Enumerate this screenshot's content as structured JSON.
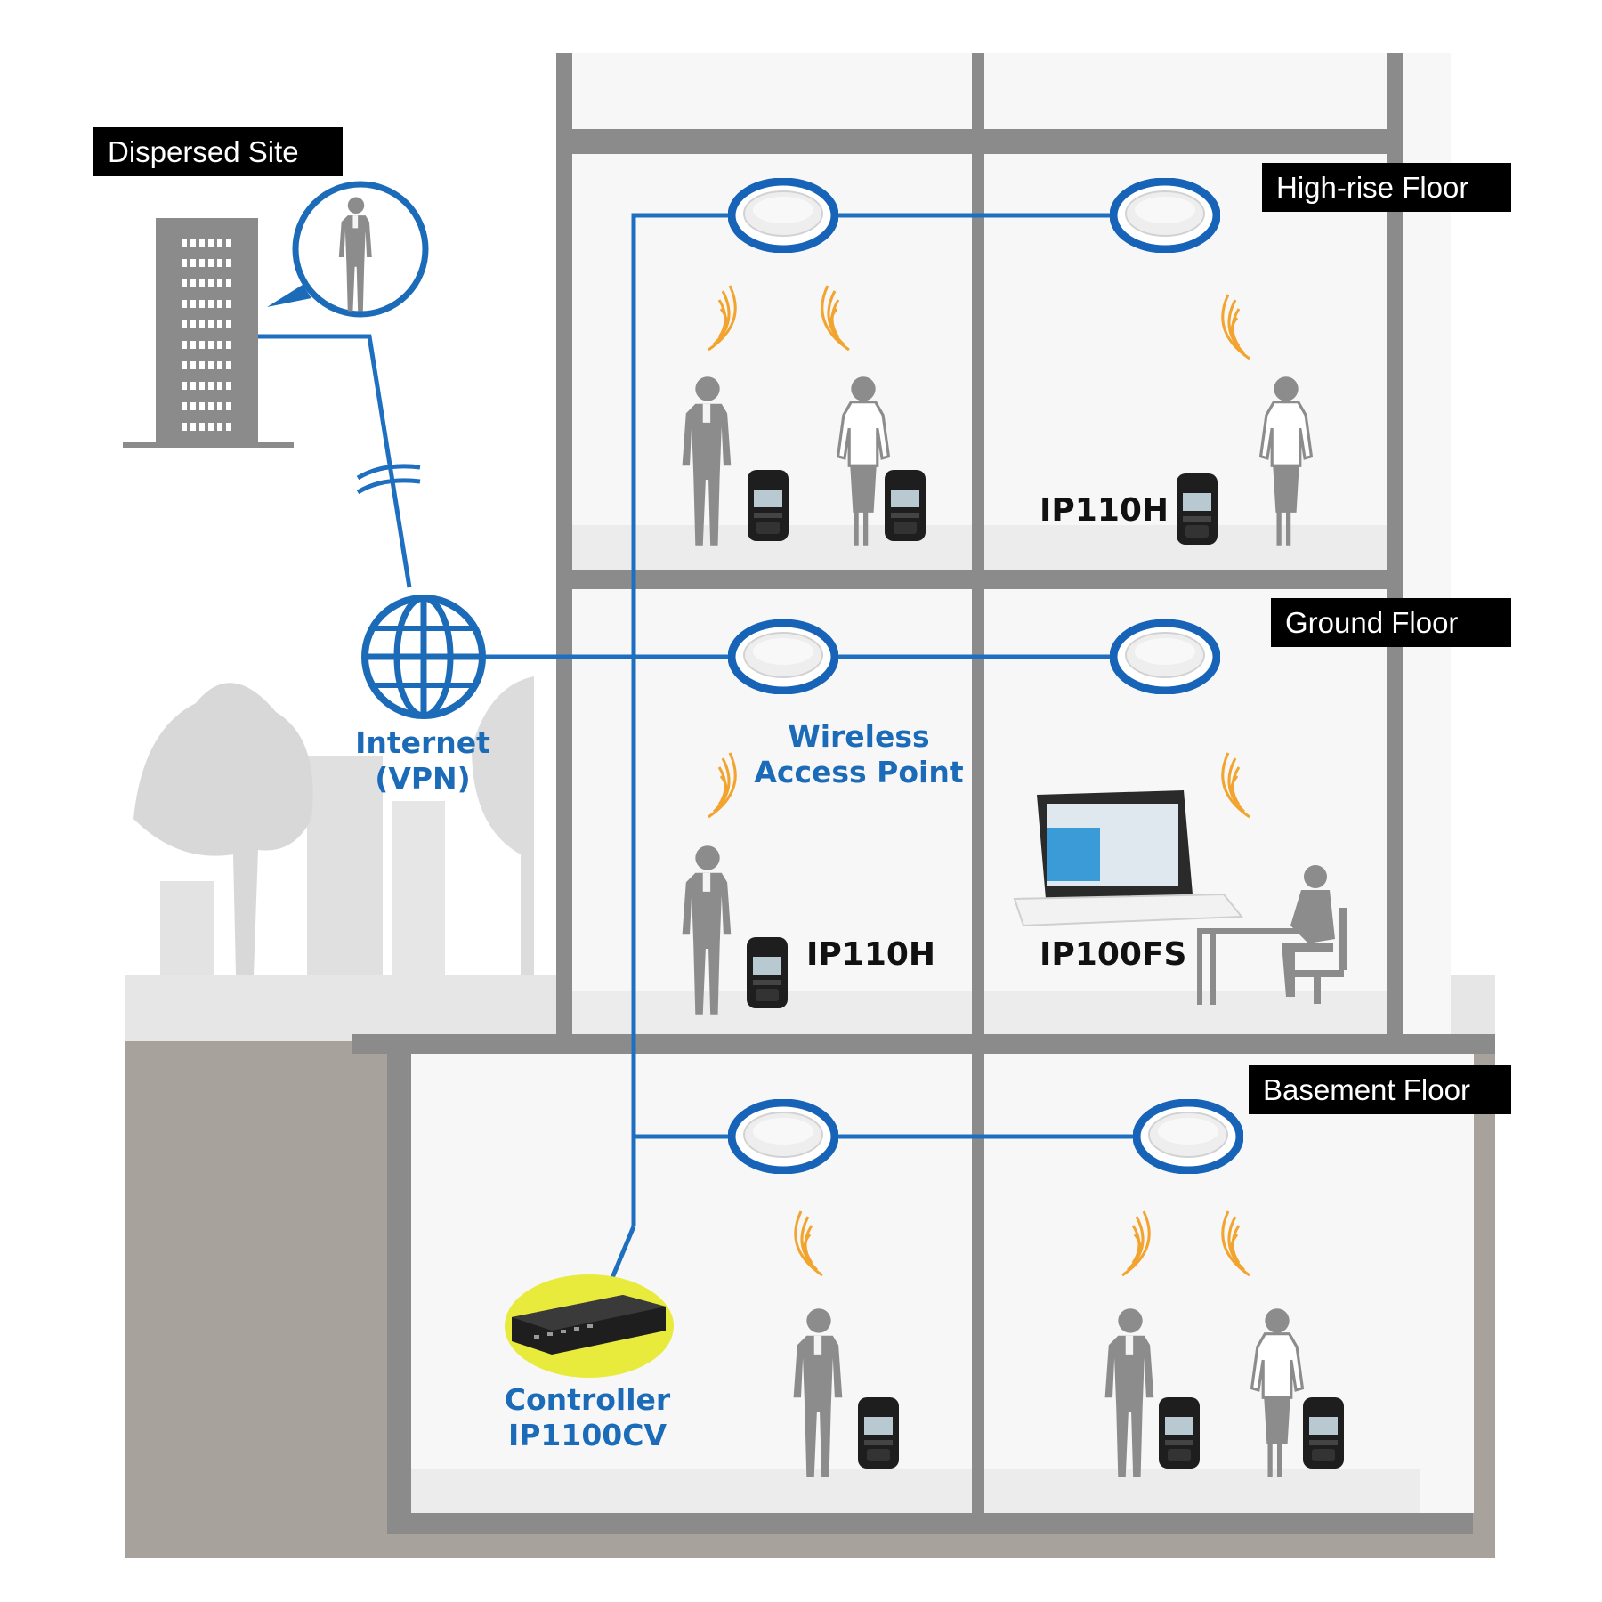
{
  "labels": {
    "dispersed_site": "Dispersed Site",
    "high_rise_floor": "High-rise Floor",
    "ground_floor": "Ground Floor",
    "basement_floor": "Basement Floor",
    "internet_line1": "Internet",
    "internet_line2": "(VPN)",
    "wap_line1": "Wireless",
    "wap_line2": "Access Point",
    "controller_line1": "Controller",
    "controller_line2": "IP1100CV",
    "ip110h_high": "IP110H",
    "ip110h_ground": "IP110H",
    "ip100fs": "IP100FS"
  },
  "colors": {
    "network_line": "#1f6fc0",
    "access_point_ring": "#1763b8",
    "signal_waves": "#f2a42e",
    "controller_highlight": "#e8ea3c",
    "building_frame": "#8b8b8b",
    "person": "#8c8c8c",
    "ground_fill": "#a7a29c"
  },
  "icons": [
    "globe-icon",
    "wireless-access-point-icon",
    "radio-transceiver-icon",
    "controller-icon",
    "laptop-icon",
    "person-icon",
    "signal-waves-icon",
    "building-icon",
    "tree-icon"
  ]
}
